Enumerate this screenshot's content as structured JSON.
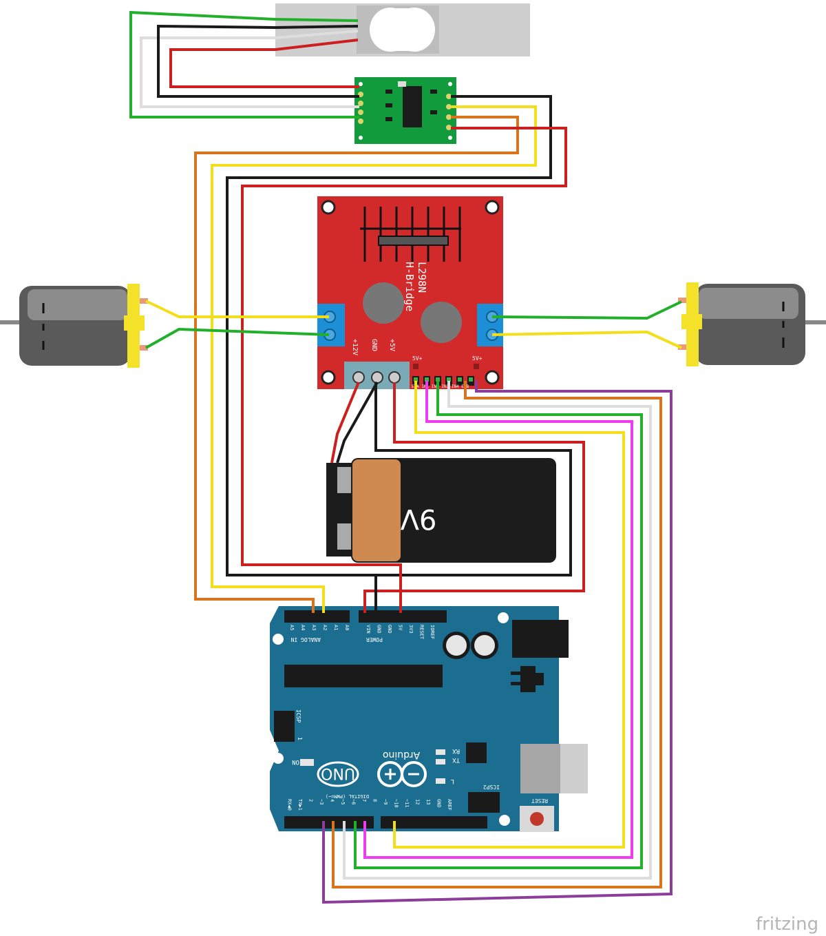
{
  "h_bridge": {
    "chip_label": "L298N",
    "board_label": "H-Bridge",
    "pin_12v": "+12V",
    "pin_gnd": "GND",
    "pin_5v": "+5V",
    "jumper_left": "5V+",
    "jumper_right": "5V+",
    "logic_pins": "ENA IN1 IN2 IN3 IN4 ENB"
  },
  "battery": {
    "voltage": "9V"
  },
  "arduino": {
    "brand": "Arduino",
    "model": "UNO",
    "power_header": [
      "IOREF",
      "RESET",
      "3V3",
      "5V",
      "GND",
      "GND",
      "VIN"
    ],
    "power_label": "POWER",
    "analog_header": [
      "A0",
      "A1",
      "A2",
      "A3",
      "A4",
      "A5"
    ],
    "analog_label": "ANALOG IN",
    "digital_label": "DIGITAL (PWM=~)",
    "digital_pins": [
      "AREF",
      "GND",
      "13",
      "12",
      "~11",
      "~10",
      "~9",
      "8",
      "7",
      "~6",
      "~5",
      "4",
      "~3",
      "2",
      "TX▶1",
      "RX◀0"
    ],
    "icsp": "ICSP",
    "icsp2": "ICSP2",
    "tx": "TX",
    "rx": "RX",
    "led_l": "L",
    "on": "ON",
    "reset": "RESET",
    "one": "1"
  },
  "watermark": "fritzing",
  "colors": {
    "red": "#cc1f1f",
    "black": "#1a1a1a",
    "green": "#22b02a",
    "white": "#eeeeee",
    "yellow": "#f2de1b",
    "orange": "#d9731c",
    "magenta": "#f03cf0",
    "purple": "#8c3c9a",
    "board_red": "#d22a2a",
    "arduino_blue": "#1b6e8f"
  }
}
